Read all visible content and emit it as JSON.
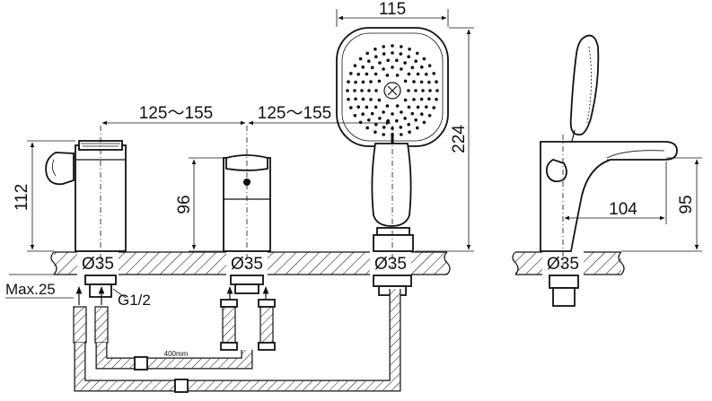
{
  "dimensions": {
    "handshower_width": "115",
    "spacing_left": "125～155",
    "spacing_right": "125～155",
    "handshower_height": "224",
    "mixer_height": "112",
    "diverter_height": "96",
    "spout_height": "95",
    "spout_reach": "104",
    "hole_1": "Ø35",
    "hole_2": "Ø35",
    "hole_3": "Ø35",
    "hole_4": "Ø35",
    "max_deck": "Max.25",
    "thread": "G1/2",
    "hose_length": "400mm"
  },
  "colors": {
    "line": "#111111",
    "background": "#ffffff",
    "hatch": "#111111"
  }
}
